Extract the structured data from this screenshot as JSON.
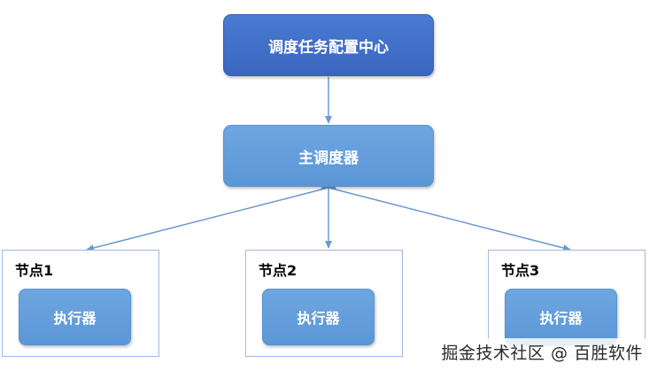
{
  "diagram": {
    "config_center": "调度任务配置中心",
    "master_scheduler": "主调度器",
    "nodes": [
      {
        "label": "节点1",
        "executor": "执行器"
      },
      {
        "label": "节点2",
        "executor": "执行器"
      },
      {
        "label": "节点3",
        "executor": "执行器"
      }
    ]
  },
  "watermark": "掘金技术社区 @ 百胜软件",
  "colors": {
    "config_center_fill": "#3f6fc8",
    "scheduler_fill": "#6aa1dd",
    "node_border": "#9fb9e4",
    "connector": "#6b9bd1"
  }
}
